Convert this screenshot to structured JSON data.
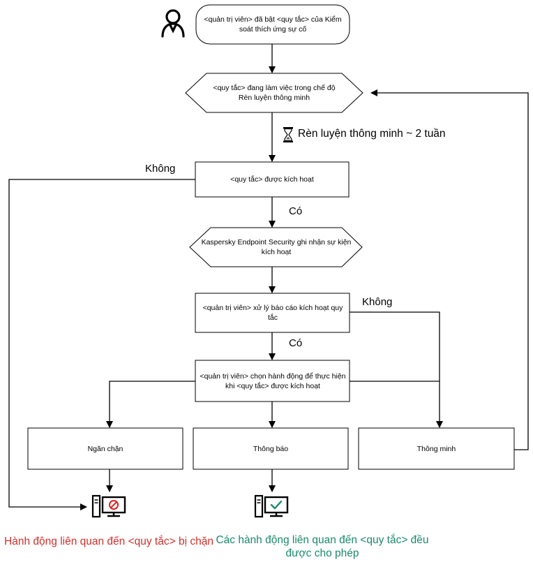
{
  "nodes": {
    "start": "<quản trị viên> đã bật <quy tắc> của Kiểm soát thích ứng sự cố",
    "learning_mode": "<quy tắc> đang làm việc trong chế độ Rèn luyện thông minh",
    "rule_triggered": "<quy tắc> được kích hoạt",
    "kes_logs": "Kaspersky Endpoint Security ghi nhận sự kiện kích hoạt",
    "admin_processes": "<quản trị viên> xử lý báo cáo kích hoạt quy tắc",
    "admin_chooses": "<quản trị viên> chọn hành động để thực hiện khi <quy tắc> được kích hoạt",
    "block": "Ngăn chặn",
    "notify": "Thông báo",
    "smart": "Thông minh"
  },
  "timer_label": "Rèn luyện thông minh ~ 2 tuần",
  "edge_labels": {
    "no_left": "Không",
    "yes_1": "Có",
    "no_right": "Không",
    "yes_2": "Có"
  },
  "outcomes": {
    "blocked": "Hành động liên quan đến <quy tắc> bị chặn",
    "allowed": "Các hành động liên quan đến <quy tắc> đều được cho phép"
  },
  "colors": {
    "blocked_text": "#d0312d",
    "allowed_text": "#1a8a6a",
    "block_icon": "#e02020",
    "allow_icon": "#1a8a6a"
  },
  "icons": {
    "user": "user-icon",
    "hourglass": "hourglass-icon",
    "blocked_pc": "computer-blocked-icon",
    "allowed_pc": "computer-allowed-icon"
  }
}
